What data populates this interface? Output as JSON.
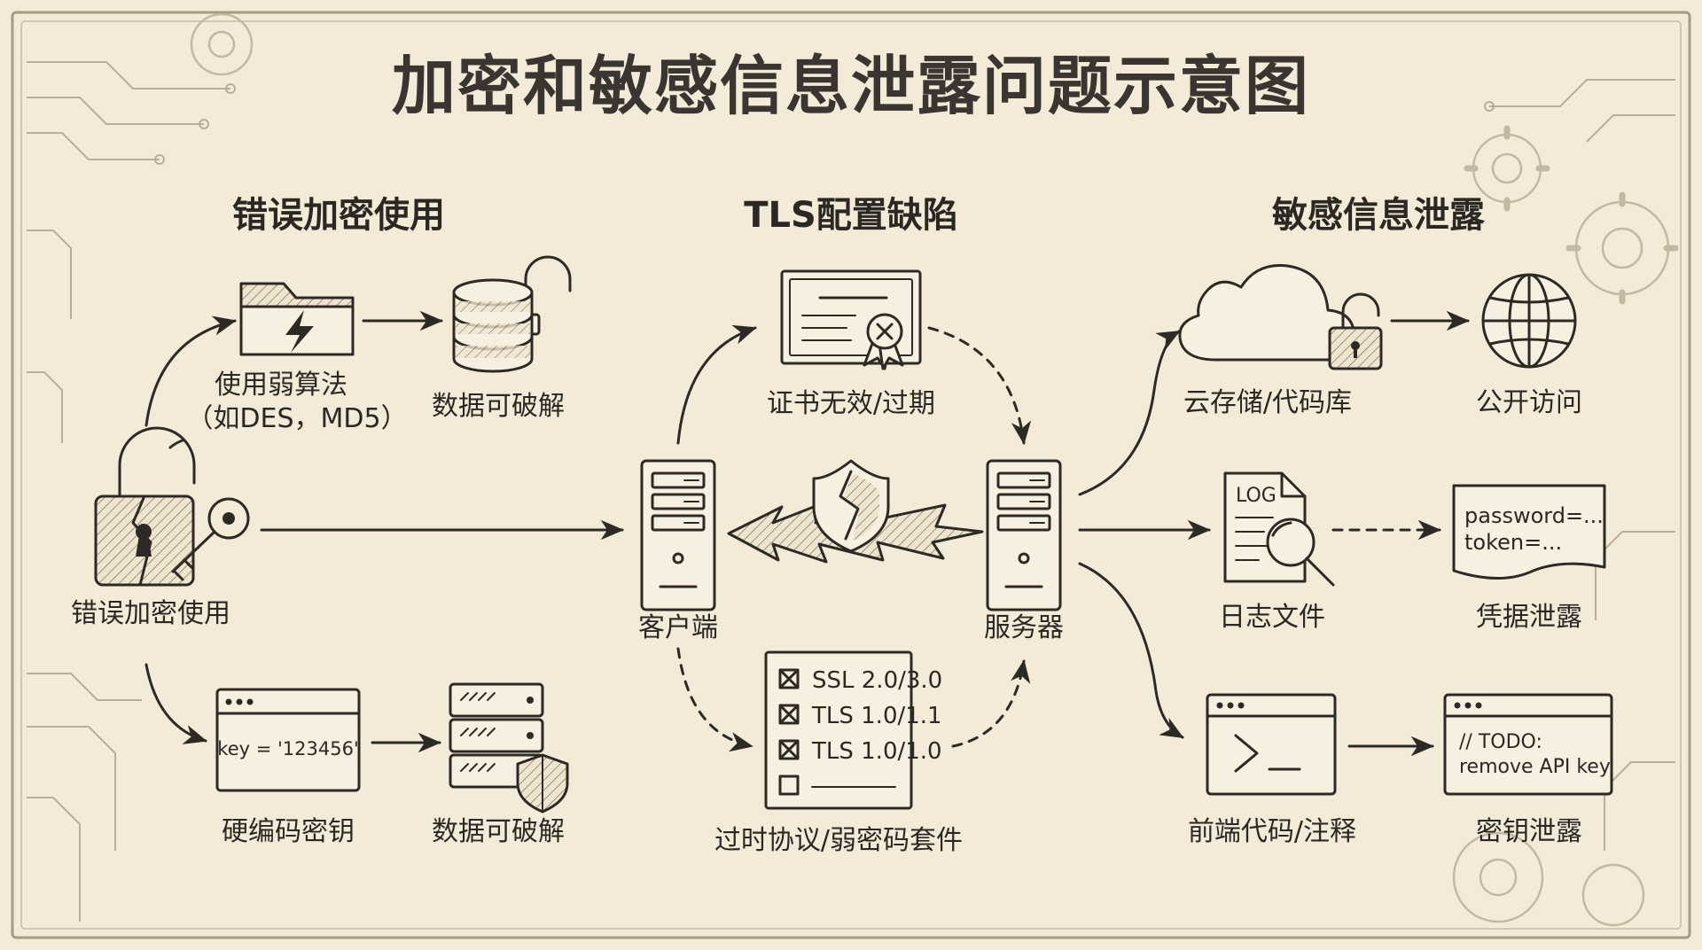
{
  "title": "加密和敏感信息泄露问题示意图",
  "sections": {
    "crypto": "错误加密使用",
    "tls": "TLS配置缺陷",
    "leak": "敏感信息泄露"
  },
  "crypto": {
    "center_label": "错误加密使用",
    "weak_algo_line1": "使用弱算法",
    "weak_algo_line2": "（如DES，MD5）",
    "crackable_top": "数据可破解",
    "hardcoded_code": "key = '123456'",
    "hardcoded_label": "硬编码密钥",
    "crackable_bottom": "数据可破解"
  },
  "tls": {
    "cert_label": "证书无效/过期",
    "client_label": "客户端",
    "server_label": "服务器",
    "protocol_items": [
      "SSL 2.0/3.0",
      "TLS 1.0/1.1",
      "TLS 1.0/1.0"
    ],
    "protocol_label": "过时协议/弱密码套件"
  },
  "leak": {
    "cloud_label": "云存储/代码库",
    "public_label": "公开访问",
    "log_badge": "LOG",
    "log_label": "日志文件",
    "cred_line1": "password=...",
    "cred_line2": "token=...",
    "cred_label": "凭据泄露",
    "frontend_label": "前端代码/注释",
    "todo_line1": "// TODO:",
    "todo_line2": "remove API key",
    "key_leak_label": "密钥泄露"
  }
}
